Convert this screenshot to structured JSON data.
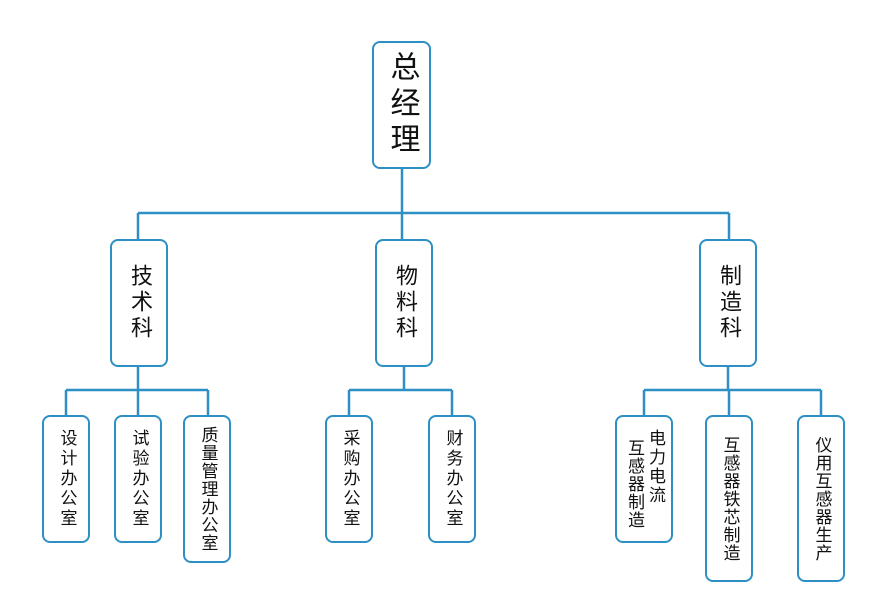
{
  "root": {
    "label": "总经理"
  },
  "departments": [
    {
      "label": "技术科",
      "children": [
        {
          "label": "设计办公室"
        },
        {
          "label": "试验办公室"
        },
        {
          "label": "质量管理办公室"
        }
      ]
    },
    {
      "label": "物料科",
      "children": [
        {
          "label": "采购办公室"
        },
        {
          "label": "财务办公室"
        }
      ]
    },
    {
      "label": "制造科",
      "children": [
        {
          "label_col1": "电力电流",
          "label_col2": "互感器制造"
        },
        {
          "label": "互感器铁芯制造"
        },
        {
          "label": "仪用互感器生产"
        }
      ]
    }
  ],
  "colors": {
    "line": "#2e8fc4",
    "border": "#2e8fc4"
  }
}
